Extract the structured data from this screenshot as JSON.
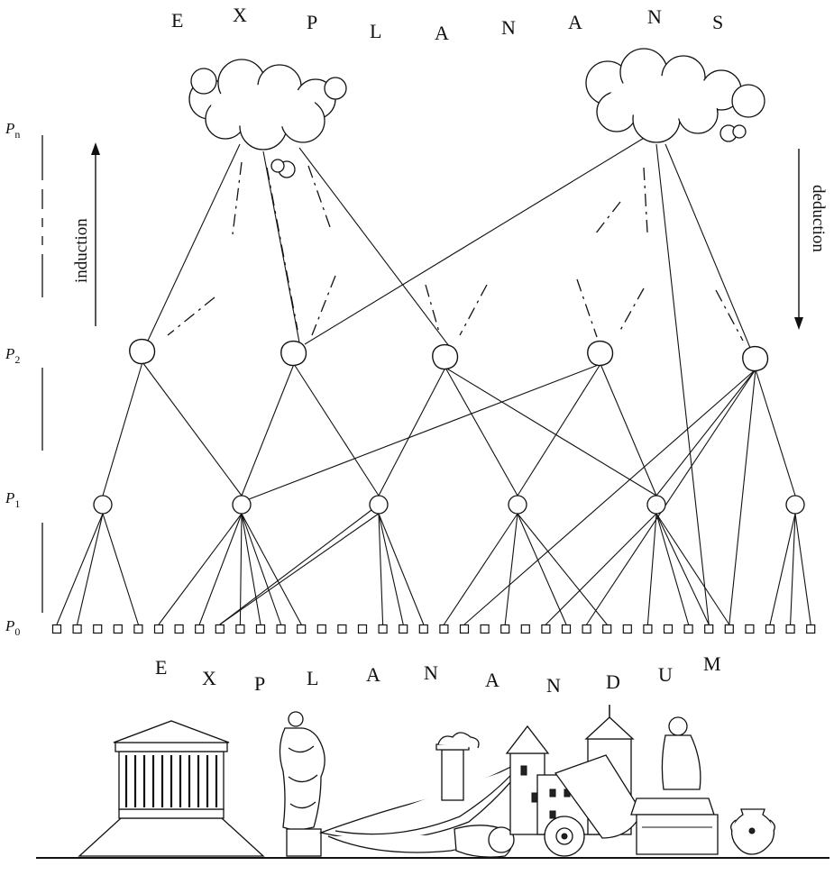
{
  "explanans": {
    "heading": "EXPLANANS",
    "letters": [
      "E",
      "X",
      "P",
      "L",
      "A",
      "N",
      "A",
      "N",
      "S"
    ]
  },
  "explanandum": {
    "heading": "EXPLANANDUM",
    "letters": [
      "E",
      "X",
      "P",
      "L",
      "A",
      "N",
      "A",
      "N",
      "D",
      "U",
      "M"
    ]
  },
  "levels": [
    {
      "base": "P",
      "sub": "n"
    },
    {
      "base": "P",
      "sub": "2"
    },
    {
      "base": "P",
      "sub": "1"
    },
    {
      "base": "P",
      "sub": "0"
    }
  ],
  "arrows": {
    "left": {
      "label": "induction",
      "direction": "up"
    },
    "right": {
      "label": "deduction",
      "direction": "down"
    }
  },
  "colors": {
    "ink": "#111111",
    "paper": "#ffffff"
  },
  "illustration_items": [
    "temple-icon",
    "statue-icon",
    "boat-icon",
    "column-icon",
    "castle-icon",
    "cart-icon",
    "seated-figure-icon",
    "vase-icon"
  ]
}
